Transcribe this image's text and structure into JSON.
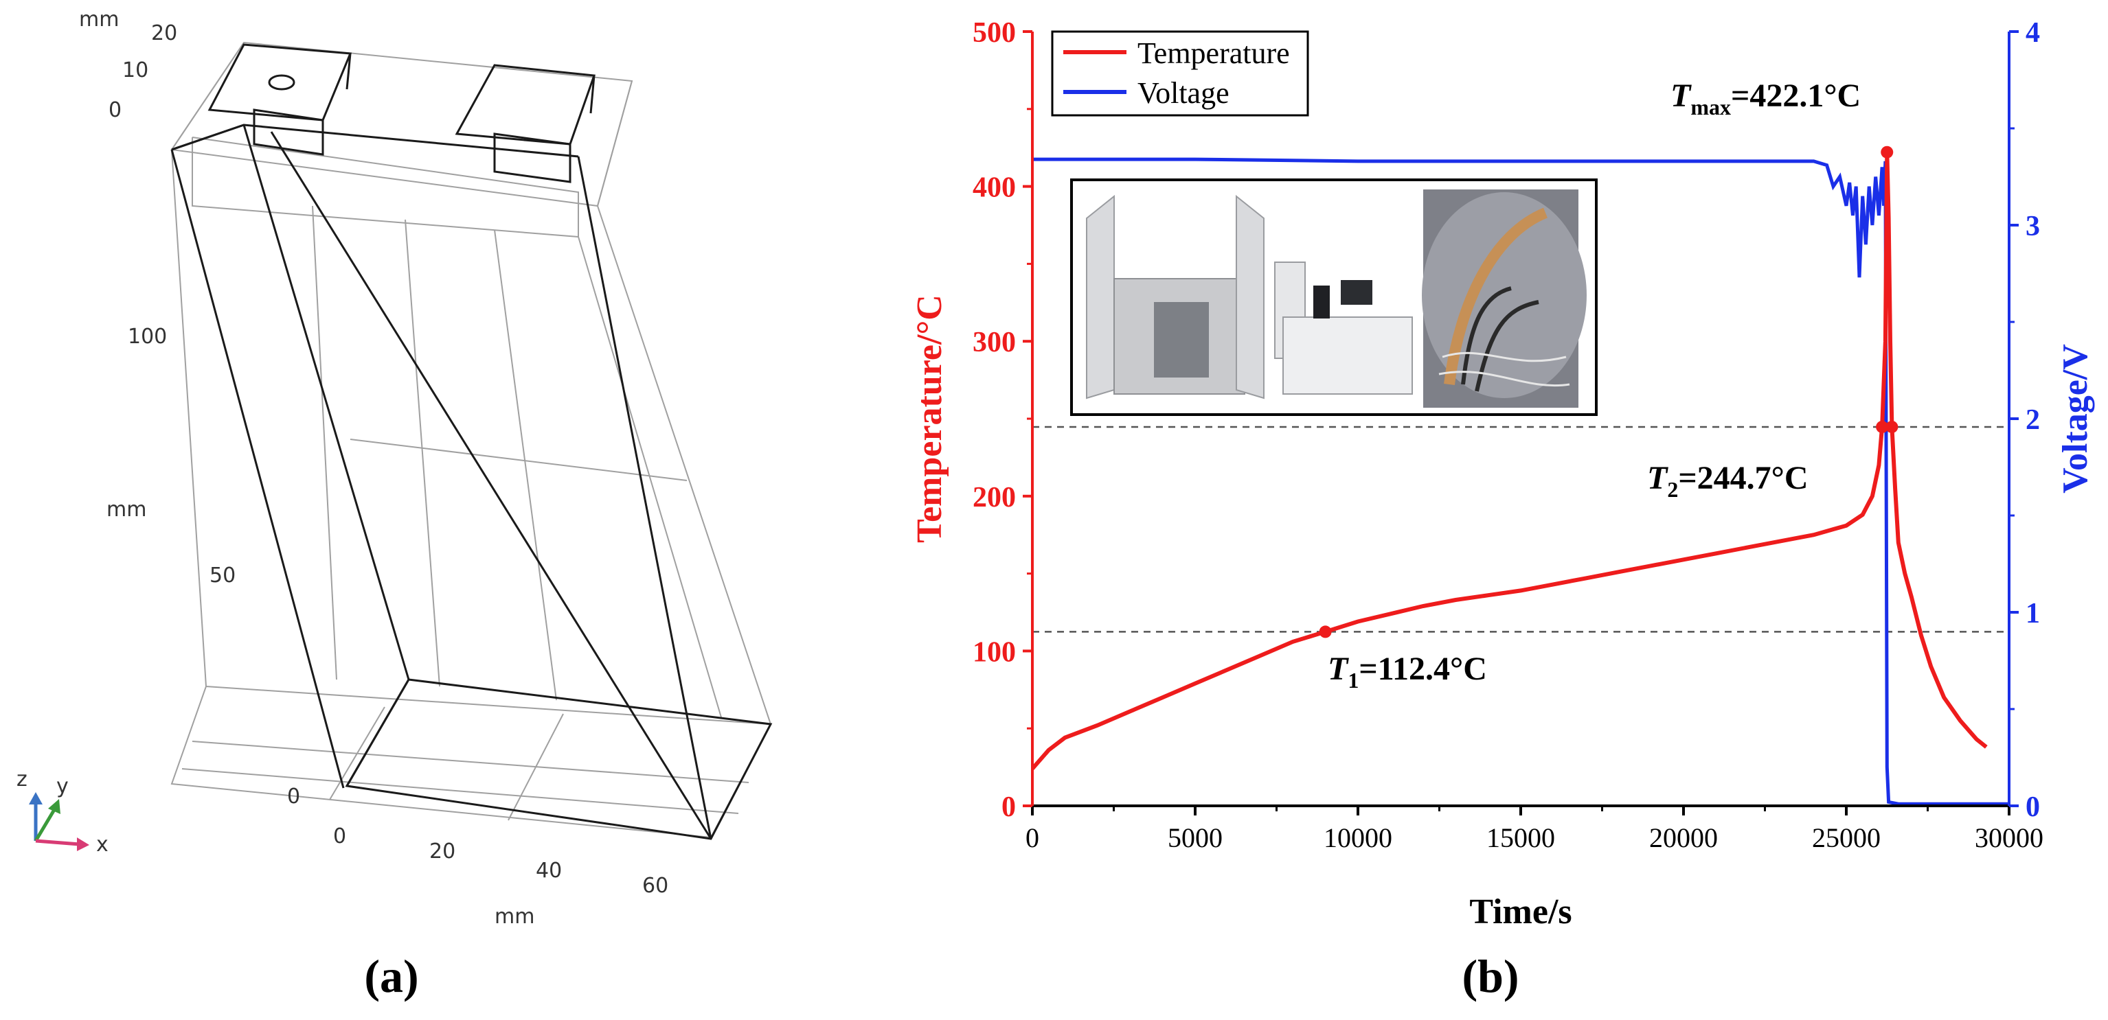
{
  "panel_a": {
    "caption": "(a)",
    "unit_label": "mm",
    "z_ticks": [
      "20",
      "10",
      "0"
    ],
    "y_ticks": [
      "100",
      "50",
      "0"
    ],
    "x_ticks": [
      "0",
      "20",
      "40",
      "60"
    ],
    "axis_letters": {
      "z": "z",
      "y": "y",
      "x": "x"
    },
    "colors": {
      "x_axis": "#d83b74",
      "y_axis": "#3a9a3a",
      "z_axis": "#3a73c4",
      "lines": "#1a1a1a",
      "mesh": "#a0a0a0"
    }
  },
  "panel_b": {
    "caption": "(b)",
    "inset": {
      "left_photo": "test-chamber-photo",
      "right_photo": "battery-sample-photo"
    }
  },
  "chart_data": {
    "type": "line",
    "xlabel": "Time/s",
    "ylabel_left": "Temperature/°C",
    "ylabel_right": "Voltage/V",
    "xlim": [
      0,
      30000
    ],
    "ylim_left": [
      0,
      500
    ],
    "ylim_right": [
      0,
      4
    ],
    "x_ticks": [
      0,
      5000,
      10000,
      15000,
      20000,
      25000,
      30000
    ],
    "y_left_ticks": [
      0,
      100,
      200,
      300,
      400,
      500
    ],
    "y_right_ticks": [
      0,
      1,
      2,
      3,
      4
    ],
    "grid": false,
    "legend_position": "top-left",
    "colors": {
      "temperature": "#ee1c1c",
      "voltage": "#1a2fe8",
      "reference": "#555555"
    },
    "series": [
      {
        "name": "Temperature",
        "axis": "left",
        "x": [
          0,
          500,
          1000,
          2000,
          3000,
          4000,
          5000,
          6000,
          7000,
          8000,
          9000,
          10000,
          11000,
          12000,
          13000,
          14000,
          15000,
          16000,
          17000,
          18000,
          19000,
          20000,
          21000,
          22000,
          23000,
          24000,
          25000,
          25500,
          25800,
          26000,
          26100,
          26200,
          26250,
          26300,
          26350,
          26400,
          26500,
          26600,
          26800,
          27000,
          27300,
          27600,
          28000,
          28500,
          29000,
          29300
        ],
        "y": [
          24,
          36,
          44,
          52,
          61,
          70,
          79,
          88,
          97,
          106,
          112.4,
          119,
          124,
          129,
          133,
          136,
          139,
          143,
          147,
          151,
          155,
          159,
          163,
          167,
          171,
          175,
          181,
          188,
          200,
          220,
          244.7,
          300,
          422.1,
          380,
          300,
          244.7,
          205,
          170,
          150,
          135,
          110,
          90,
          70,
          55,
          43,
          38
        ]
      },
      {
        "name": "Voltage",
        "axis": "right",
        "x": [
          0,
          5000,
          10000,
          15000,
          20000,
          24000,
          24400,
          24600,
          24800,
          25000,
          25100,
          25200,
          25300,
          25400,
          25500,
          25600,
          25700,
          25800,
          25900,
          26000,
          26100,
          26150,
          26200,
          26250,
          26300,
          26600,
          29000,
          30000
        ],
        "y": [
          3.34,
          3.34,
          3.33,
          3.33,
          3.33,
          3.33,
          3.31,
          3.2,
          3.25,
          3.1,
          3.22,
          3.05,
          3.2,
          2.73,
          3.15,
          2.9,
          3.2,
          3.0,
          3.25,
          3.05,
          3.3,
          3.1,
          3.33,
          0.2,
          0.02,
          0.01,
          0.01,
          0.01
        ]
      }
    ],
    "reference_lines": [
      {
        "axis": "left",
        "value": 112.4
      },
      {
        "axis": "left",
        "value": 244.7
      }
    ],
    "markers": [
      {
        "x": 9000,
        "y": 112.4
      },
      {
        "x": 26100,
        "y": 244.7
      },
      {
        "x": 26400,
        "y": 244.7
      },
      {
        "x": 26250,
        "y": 422.1
      }
    ],
    "annotations": [
      {
        "sym": "T",
        "sub": "max",
        "text": "=422.1°C"
      },
      {
        "sym": "T",
        "sub": "2",
        "text": "=244.7°C"
      },
      {
        "sym": "T",
        "sub": "1",
        "text": "=112.4°C"
      }
    ]
  }
}
